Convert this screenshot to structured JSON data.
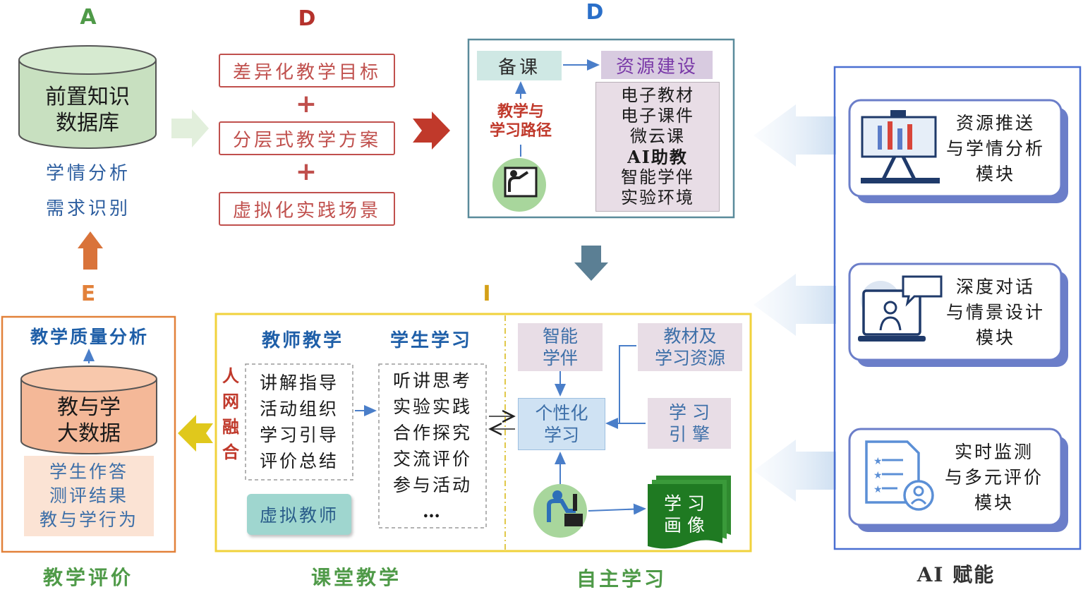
{
  "section_a": {
    "letter": "A",
    "db_line1": "前置知识",
    "db_line2": "数据库",
    "analysis_line1": "学情分析",
    "analysis_line2": "需求识别"
  },
  "section_d": {
    "letter": "D",
    "item1": "差异化教学目标",
    "item2": "分层式教学方案",
    "item3": "虚拟化实践场景",
    "plus": "+"
  },
  "section_d2": {
    "letter": "D",
    "prep": "备课",
    "resource": "资源建设",
    "path_line1": "教学与",
    "path_line2": "学习路径",
    "resources": [
      "电子教材",
      "电子课件",
      "微云课",
      "AI助教",
      "智能学伴",
      "实验环境"
    ]
  },
  "section_e": {
    "letter": "E",
    "title": "教学质量分析",
    "db_line1": "教与学",
    "db_line2": "大数据",
    "data_items": [
      "学生作答",
      "测评结果",
      "教与学行为"
    ],
    "caption": "教学评价"
  },
  "section_i": {
    "letter": "I",
    "teacher_title": "教师教学",
    "student_title": "学生学习",
    "fusion": [
      "人",
      "网",
      "融",
      "合"
    ],
    "teacher_items": [
      "讲解指导",
      "活动组织",
      "学习引导",
      "评价总结"
    ],
    "student_items": [
      "听讲思考",
      "实验实践",
      "合作探究",
      "交流评价",
      "参与活动",
      "…"
    ],
    "virtual_teacher": "虚拟教师",
    "caption": "课堂教学"
  },
  "self_study": {
    "companion_line1": "智能",
    "companion_line2": "学伴",
    "materials_line1": "教材及",
    "materials_line2": "学习资源",
    "personal_line1": "个性化",
    "personal_line2": "学习",
    "engine_line1": "学 习",
    "engine_line2": "引 擎",
    "portrait_line1": "学 习",
    "portrait_line2": "画 像",
    "caption": "自主学习"
  },
  "ai_panel": {
    "caption": "AI 赋能",
    "modules": [
      {
        "line1": "资源推送",
        "line2": "与学情分析",
        "line3": "模块",
        "icon": "presentation-board-icon"
      },
      {
        "line1": "深度对话",
        "line2": "与情景设计",
        "line3": "模块",
        "icon": "laptop-chat-icon"
      },
      {
        "line1": "实时监测",
        "line2": "与多元评价",
        "line3": "模块",
        "icon": "evaluation-document-icon"
      }
    ]
  },
  "colors": {
    "green": "#4f9a48",
    "red": "#c0504d",
    "blue": "#1f5fa8",
    "orange": "#e2813a",
    "yellow_frame": "#f0d23c",
    "ai_blue": "#6b7ec9",
    "teal_box": "#cfe8e4",
    "lavender": "#e8dde6"
  }
}
